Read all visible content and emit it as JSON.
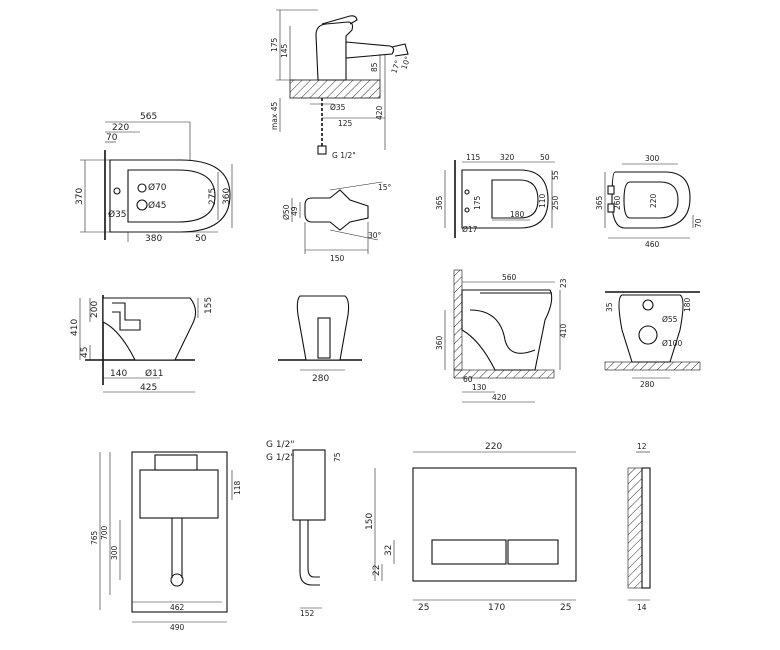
{
  "faucet": {
    "dims": [
      "175",
      "145",
      "85",
      "max 45",
      "Ø35",
      "125",
      "420",
      "G 1/2\""
    ],
    "angles": [
      "17°",
      "10°"
    ]
  },
  "faucet_top": {
    "dims": [
      "Ø50",
      "49",
      "150"
    ],
    "angles": [
      "15°",
      "30°"
    ]
  },
  "bidet_top": {
    "dims": [
      "565",
      "220",
      "70",
      "370",
      "Ø70",
      "Ø35",
      "Ø45",
      "275",
      "360",
      "380",
      "50"
    ]
  },
  "bidet_side": {
    "dims": [
      "200",
      "410",
      "155",
      "45",
      "140",
      "Ø11",
      "425"
    ]
  },
  "bidet_front": {
    "dims": [
      "280"
    ]
  },
  "wc_top": {
    "dims": [
      "115",
      "320",
      "50",
      "365",
      "180",
      "175",
      "55",
      "250",
      "Ø17",
      "110"
    ]
  },
  "seat_top": {
    "dims": [
      "300",
      "365",
      "260",
      "220",
      "460",
      "70"
    ]
  },
  "wc_side": {
    "dims": [
      "560",
      "23",
      "360",
      "410",
      "60",
      "130",
      "420"
    ]
  },
  "wc_front": {
    "dims": [
      "35",
      "180",
      "Ø55",
      "Ø100",
      "280"
    ]
  },
  "cistern": {
    "dims": [
      "765",
      "700",
      "118",
      "300",
      "462",
      "490"
    ]
  },
  "cistern_side": {
    "dims": [
      "G 1/2\"",
      "G 1/2\"",
      "75",
      "152"
    ]
  },
  "plate": {
    "dims": [
      "220",
      "150",
      "32",
      "22",
      "25",
      "170",
      "25"
    ]
  },
  "plate_side": {
    "dims": [
      "12",
      "14"
    ]
  }
}
